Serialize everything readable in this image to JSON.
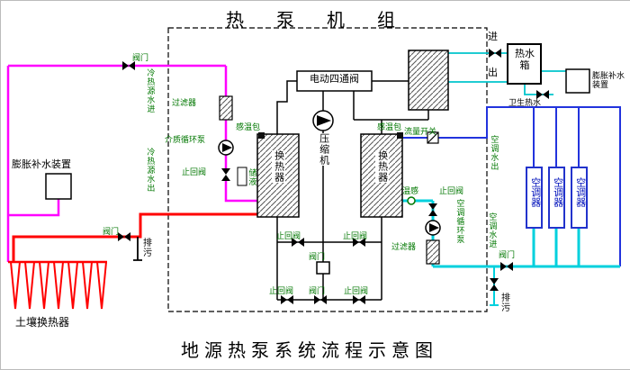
{
  "title": {
    "top": "热泵机组",
    "bottom": "地源热泵系统流程示意图"
  },
  "source_side": {
    "valve_top": "阀门",
    "water_in": "冷热源水进",
    "expansion": "膨胀补水装置",
    "water_out": "冷热源水出",
    "valve_bottom": "阀门",
    "drain": "排污",
    "soil_hx": "土壤换热器"
  },
  "unit": {
    "filter": "过滤器",
    "medium_pump": "介质循环泵",
    "check_valve": "止回阀",
    "bulb_left": "感温包",
    "receiver": "储液",
    "hx_left": "换热器",
    "four_way_valve": "电动四通阀",
    "compressor": "压缩机",
    "bulb_right": "感温包",
    "hx_right": "换热器",
    "check_mid_left": "止回阀",
    "check_mid_right": "止回阀",
    "valve_mid": "阀门",
    "check_bot_left": "止回阀",
    "valve_bot": "阀门",
    "check_bot_right": "止回阀"
  },
  "ac_side": {
    "flow_switch": "流量开关",
    "water_out": "空调水出",
    "temp_sensor": "温感",
    "check_valve": "止回阀",
    "pump": "空调循环泵",
    "filter": "过滤器",
    "water_in": "空调水进",
    "valve": "阀门",
    "drain": "排污",
    "ac1": "空调器",
    "ac2": "空调器",
    "ac3": "空调器"
  },
  "hot_water": {
    "in": "进",
    "out": "出",
    "tank": "热水箱",
    "sanitary": "卫生热水",
    "expansion": "膨胀补水装置"
  },
  "colors": {
    "source_in": "#ff00ff",
    "source_out": "#ff0000",
    "refrigerant": "#000000",
    "ac_supply": "#2233dd",
    "ac_return": "#00d0dd",
    "hot_water": "#00c5cc",
    "label_green": "#007700"
  }
}
